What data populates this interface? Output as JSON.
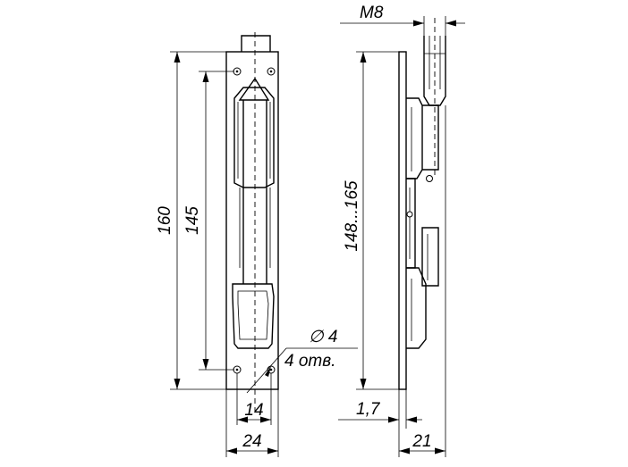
{
  "dimensions": {
    "height_total": "160",
    "hole_spacing": "145",
    "hole_spacing_width": "14",
    "plate_width": "24",
    "hole_diameter": "∅ 4",
    "hole_count": "4 отв.",
    "thread": "M8",
    "bolt_travel": "148...165",
    "plate_thickness": "1,7",
    "depth": "21"
  }
}
